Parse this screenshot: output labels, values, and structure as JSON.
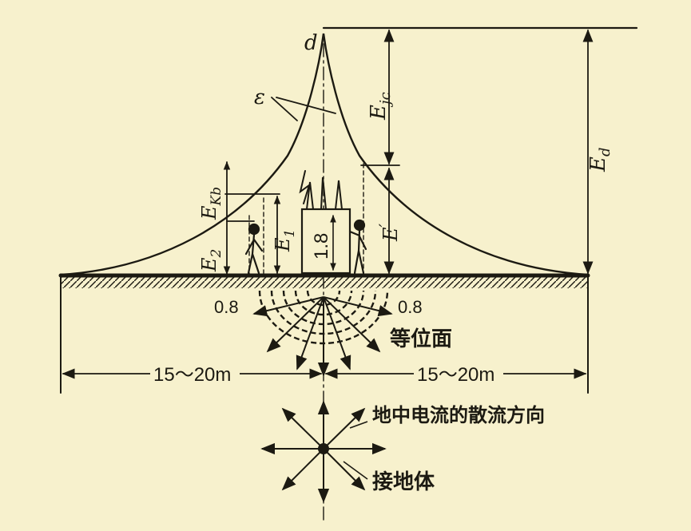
{
  "labels": {
    "peak": "d",
    "epsilon": "ε",
    "e_jc": "E",
    "e_jc_sub": "jc",
    "e_d": "E",
    "e_d_sub": "d",
    "e_kb": "E",
    "e_kb_sub": "Kb",
    "e_1": "E",
    "e_1_sub": "1",
    "e_2": "E",
    "e_2_sub": "2",
    "e_prime": "E",
    "e_prime_mark": "′",
    "height": "1.8",
    "step_left": "0.8",
    "step_right": "0.8",
    "dist_left": "15～20m",
    "dist_right": "15～20m",
    "equipotential": "等位面",
    "current_dir": "地中电流的散流方向",
    "electrode": "接地体"
  }
}
